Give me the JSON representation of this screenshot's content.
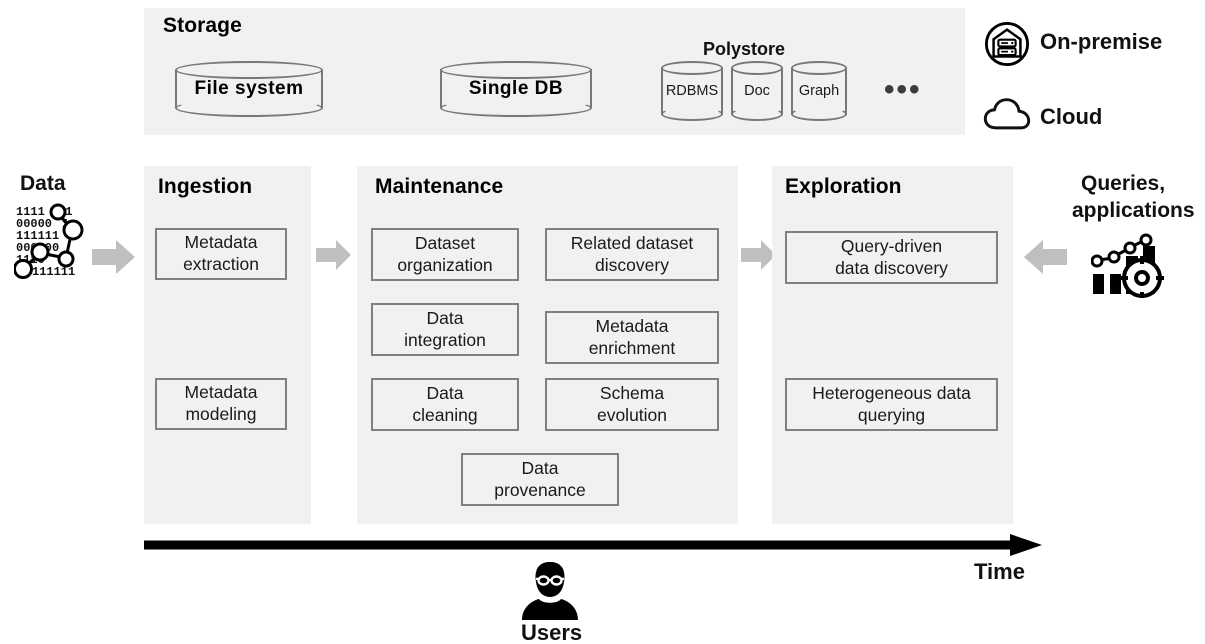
{
  "diagram": {
    "title": "Data lake architecture process diagram",
    "colors": {
      "panel_bg": "#f1f1f1",
      "box_border": "#808080",
      "cylinder_stroke": "#787878",
      "arrow_grey": "#bfbfbf",
      "text": "#111111",
      "timeline": "#000000"
    }
  },
  "storage": {
    "title": "Storage",
    "polystore_label": "Polystore",
    "ellipsis": "•••",
    "stores": [
      {
        "label": "File system",
        "kind": "cylinder",
        "size": "large"
      },
      {
        "label": "Single DB",
        "kind": "cylinder",
        "size": "large"
      }
    ],
    "polystore_items": [
      {
        "label": "RDBMS",
        "kind": "cylinder",
        "size": "small"
      },
      {
        "label": "Doc",
        "kind": "cylinder",
        "size": "small"
      },
      {
        "label": "Graph",
        "kind": "cylinder",
        "size": "small"
      }
    ],
    "deployments": [
      {
        "label": "On-premise",
        "icon": "on-premise-server-icon"
      },
      {
        "label": "Cloud",
        "icon": "cloud-icon"
      }
    ]
  },
  "stages": [
    {
      "title": "Ingestion",
      "boxes": [
        {
          "lines": [
            "Metadata",
            "extraction"
          ]
        },
        {
          "lines": [
            "Metadata",
            "modeling"
          ]
        }
      ]
    },
    {
      "title": "Maintenance",
      "boxes": [
        {
          "lines": [
            "Dataset",
            "organization"
          ]
        },
        {
          "lines": [
            "Related dataset",
            "discovery"
          ]
        },
        {
          "lines": [
            "Data",
            "integration"
          ]
        },
        {
          "lines": [
            "Metadata",
            "enrichment"
          ]
        },
        {
          "lines": [
            "Data",
            "cleaning"
          ]
        },
        {
          "lines": [
            "Schema",
            "evolution"
          ]
        },
        {
          "lines": [
            "Data",
            "provenance"
          ]
        }
      ]
    },
    {
      "title": "Exploration",
      "boxes": [
        {
          "lines": [
            "Query-driven",
            "data discovery"
          ]
        },
        {
          "lines": [
            "Heterogeneous  data",
            "querying"
          ]
        }
      ]
    }
  ],
  "endpoints": {
    "left": {
      "label": "Data",
      "icon": "binary-network-data-icon"
    },
    "right": {
      "label_line1": "Queries,",
      "label_line2": "applications",
      "icon": "analytics-target-icon"
    }
  },
  "axis": {
    "label": "Time",
    "direction": "left-to-right"
  },
  "actors": {
    "label": "Users",
    "icon": "user-with-glasses-icon"
  }
}
